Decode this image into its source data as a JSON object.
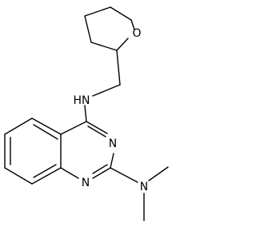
{
  "structure": {
    "atoms": {
      "nh": "HN",
      "o": "O",
      "n_ring_top": "N",
      "n_ring_bottom": "N",
      "n_dimethyl": "N"
    }
  },
  "colors": {
    "bond": "#000000",
    "label": "#000000",
    "background": "#ffffff"
  }
}
